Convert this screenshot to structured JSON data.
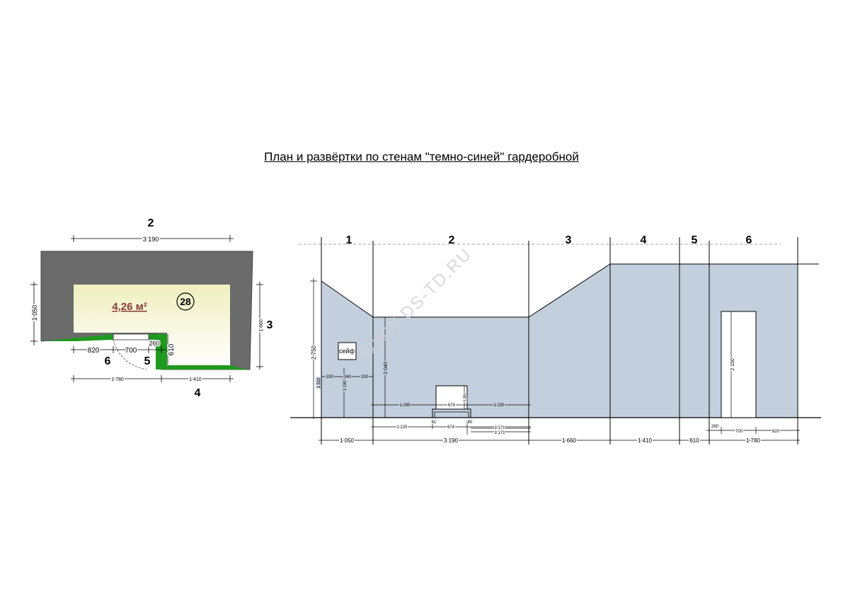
{
  "title": "План и развёртки по стенам \"темно-синей\" гардеробной",
  "watermark": "WWW.DS-TD.RU",
  "colors": {
    "wall_dark": "#6b6b6b",
    "floor_light": "#f1f1c6",
    "elevation_fill": "#c3cfdd",
    "green_panel": "#1e9a1e",
    "watermark": "#cfcfd6",
    "area_text": "#8b3a3a"
  },
  "plan": {
    "area_label": "4,26 м²",
    "room_number": "28",
    "wall_labels": {
      "top": "2",
      "right": "3",
      "bottom": "4",
      "bottom_left": "6",
      "bottom_mid": "5"
    },
    "dims": {
      "top": "3 190",
      "left": "1 050",
      "right": "1 660",
      "bottom_left": "1 780",
      "bottom_right": "1 410",
      "seg_820": "820",
      "seg_700": "700",
      "seg_260": "260",
      "seg_610": "610"
    }
  },
  "elevation": {
    "wall_numbers": [
      "1",
      "2",
      "3",
      "4",
      "5",
      "6"
    ],
    "safe_label": "сейф",
    "dims": {
      "height_left": "2 750",
      "height_1510": "1 510",
      "height_1190": "1 190",
      "height_2040": "2 040",
      "height_2150": "2 150",
      "safe_330a": "330",
      "safe_340": "340",
      "safe_330b": "330",
      "row1_1285": "1 285",
      "row1_674": "674",
      "row1_1230": "1 230",
      "box_height": "135",
      "row2_1225": "1 225",
      "row2_61": "61",
      "row2_674": "674",
      "row2_80": "80",
      "row2_1171a": "1 171",
      "row2_1171b": "1 171",
      "door_260": "260",
      "door_700": "700",
      "door_820": "820",
      "bottom_1050": "1 050",
      "bottom_3190": "3 190",
      "bottom_1660": "1 660",
      "bottom_1410": "1 410",
      "bottom_610": "610",
      "bottom_1780": "1 780"
    }
  }
}
